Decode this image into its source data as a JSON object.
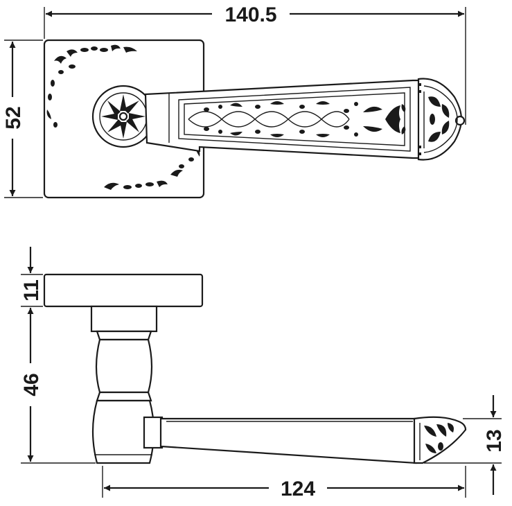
{
  "dimensions": {
    "overall_length": "140.5",
    "rose_height": "52",
    "rose_thickness": "11",
    "neck_height": "46",
    "lever_length": "124",
    "lever_thickness": "13"
  }
}
